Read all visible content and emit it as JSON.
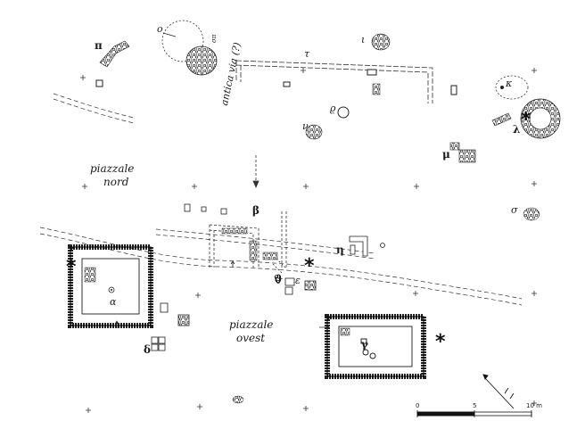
{
  "map": {
    "areas": {
      "north": [
        "piazzale",
        "nord"
      ],
      "west": [
        "piazzale",
        "ovest"
      ],
      "road": "antica via (?)"
    },
    "structures": {
      "alpha": "α",
      "beta": "β",
      "gamma": "γ",
      "delta": "δ",
      "epsilon": "ε",
      "eta": "η",
      "theta": "ϑ",
      "iota": "ι",
      "kappa": "κ",
      "lambda": "λ",
      "mu": "μ",
      "nu": "ν",
      "omicron": "o",
      "pi": "π",
      "rho": "ϱ",
      "sigma": "σ",
      "tau": "τ",
      "sigma_small": "σπ"
    },
    "marker": "*",
    "scale": {
      "zero": "0",
      "five": "5",
      "ten": "10 m"
    },
    "north_arrow": "north-arrow"
  }
}
